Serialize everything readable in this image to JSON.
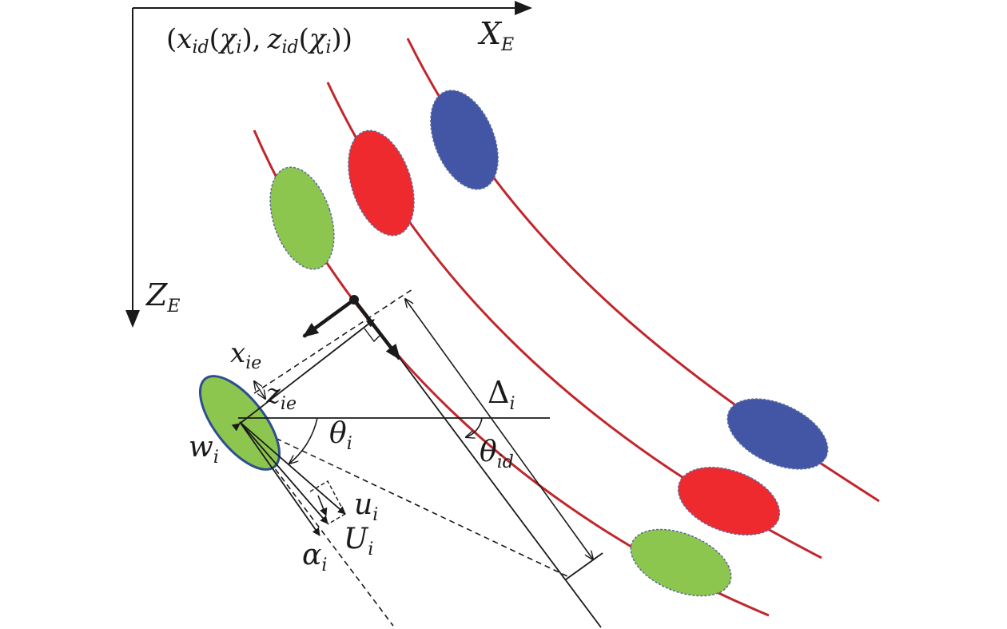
{
  "axes": {
    "x_label": "X",
    "x_sub": "E",
    "z_label": "Z",
    "z_sub": "E"
  },
  "labels": {
    "trajectory_point": "(x_id(χ_i), z_id(χ_i))",
    "tp_open": "(",
    "tp_x": "x",
    "tp_id1": "id",
    "tp_paren1": "(",
    "tp_chi1": "χ",
    "tp_i1": "i",
    "tp_close1": "),",
    "tp_z": "z",
    "tp_id2": "id",
    "tp_paren2": "(",
    "tp_chi2": "χ",
    "tp_i2": "i",
    "tp_close2": "))",
    "x_ie_main": "x",
    "x_ie_sub": "ie",
    "z_ie_main": "z",
    "z_ie_sub": "ie",
    "delta_main": "Δ",
    "delta_sub": "i",
    "theta_i_main": "θ",
    "theta_i_sub": "i",
    "theta_id_main": "θ",
    "theta_id_sub": "id",
    "w_main": "w",
    "w_sub": "i",
    "u_main": "u",
    "u_sub": "i",
    "U_main": "U",
    "U_sub": "i",
    "alpha_main": "α",
    "alpha_sub": "i"
  },
  "colors": {
    "path": "#c0272d",
    "green": "#8dc64f",
    "red": "#ee2a2f",
    "blue": "#4356a6",
    "vehicle_outline": "#2e4e8f",
    "ink": "#1a1a1a"
  }
}
